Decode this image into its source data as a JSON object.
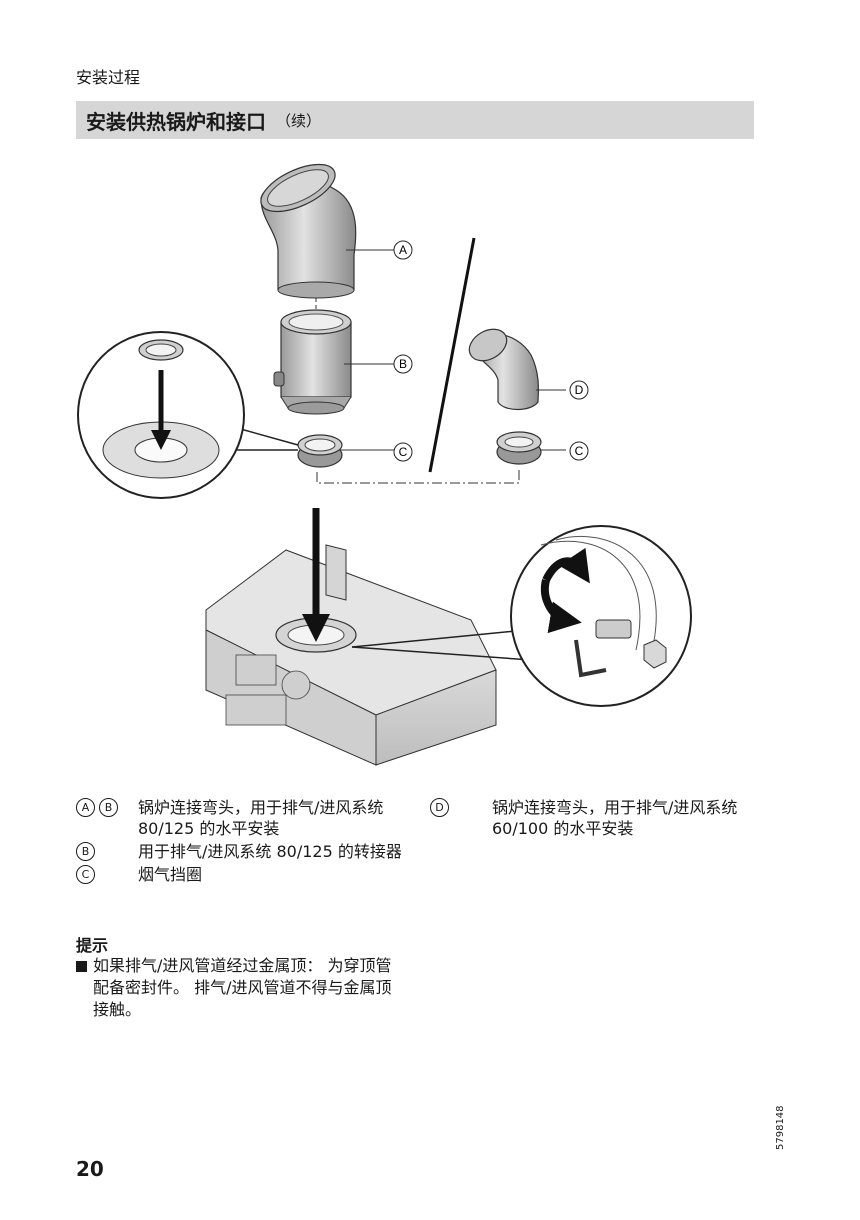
{
  "header": {
    "section": "安装过程",
    "title": "安装供热锅炉和接口",
    "title_suffix": "（续）"
  },
  "figure": {
    "callouts": [
      "A",
      "B",
      "C",
      "D",
      "C"
    ]
  },
  "legend": {
    "left": [
      {
        "keys": [
          "A",
          "B"
        ],
        "text": "锅炉连接弯头，用于排气/进风系统 80/125 的水平安装"
      },
      {
        "keys": [
          "B"
        ],
        "text": "用于排气/进风系统 80/125 的转接器"
      },
      {
        "keys": [
          "C"
        ],
        "text": "烟气挡圈"
      }
    ],
    "right": [
      {
        "keys": [
          "D"
        ],
        "text": "锅炉连接弯头，用于排气/进风系统 60/100 的水平安装"
      }
    ]
  },
  "hint": {
    "title": "提示",
    "text": "如果排气/进风管道经过金属顶： 为穿顶管配备密封件。 排气/进风管道不得与金属顶接触。"
  },
  "footer": {
    "page_number": "20",
    "doc_number": "5798148"
  }
}
